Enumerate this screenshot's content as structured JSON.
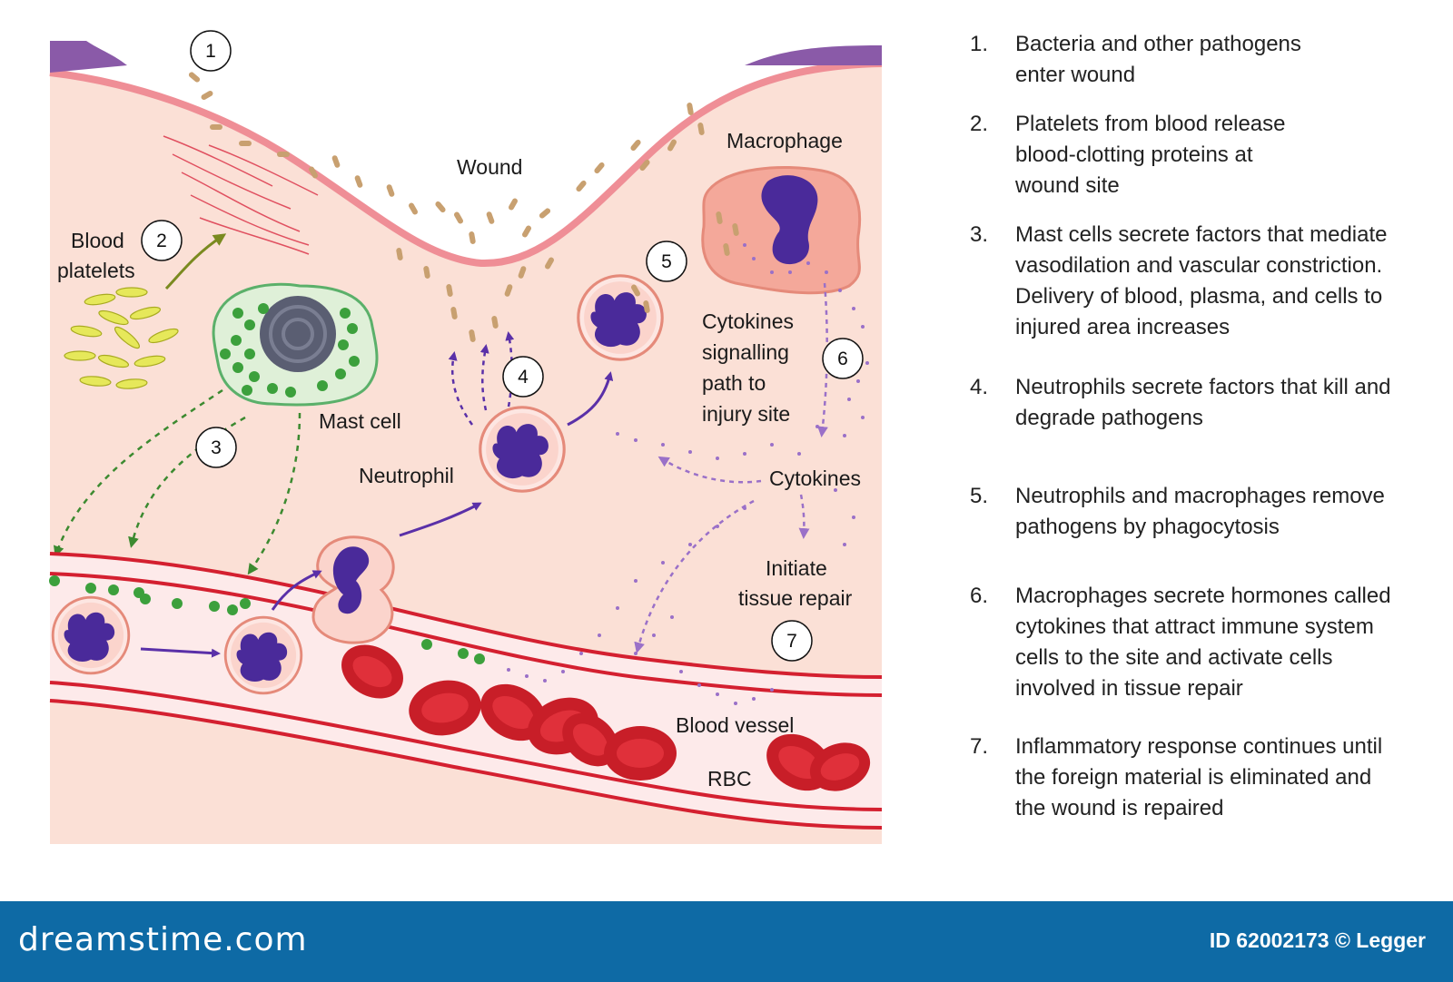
{
  "labels": {
    "wound": "Wound",
    "macrophage": "Macrophage",
    "blood_platelets_1": "Blood",
    "blood_platelets_2": "platelets",
    "mast_cell": "Mast cell",
    "neutrophil": "Neutrophil",
    "cytokines_path_1": "Cytokines",
    "cytokines_path_2": "signalling",
    "cytokines_path_3": "path to",
    "cytokines_path_4": "injury site",
    "cytokines": "Cytokines",
    "initiate_1": "Initiate",
    "initiate_2": "tissue repair",
    "blood_vessel": "Blood vessel",
    "rbc": "RBC"
  },
  "step_markers": [
    "1",
    "2",
    "3",
    "4",
    "5",
    "6",
    "7"
  ],
  "legend": [
    {
      "num": "1.",
      "lines": [
        "Bacteria and other pathogens",
        "enter wound"
      ]
    },
    {
      "num": "2.",
      "lines": [
        "Platelets from blood release",
        "blood-clotting proteins at",
        "wound site"
      ]
    },
    {
      "num": "3.",
      "lines": [
        "Mast cells secrete factors that mediate",
        "vasodilation and vascular constriction.",
        "Delivery of blood, plasma, and cells to",
        "injured area increases"
      ]
    },
    {
      "num": "4.",
      "lines": [
        "Neutrophils secrete factors that kill and",
        "degrade pathogens"
      ]
    },
    {
      "num": "5.",
      "lines": [
        "Neutrophils and macrophages remove",
        "pathogens by phagocytosis"
      ]
    },
    {
      "num": "6.",
      "lines": [
        "Macrophages secrete hormones called",
        "cytokines that attract immune system",
        "cells to the site and activate cells",
        "involved in tissue repair"
      ]
    },
    {
      "num": "7.",
      "lines": [
        "Inflammatory response continues until",
        "the foreign material is eliminated and",
        "the wound is repaired"
      ]
    }
  ],
  "footer": {
    "brand": "dreamstime.com",
    "credit": "ID 62002173 © Legger"
  },
  "colors": {
    "tissue": "#fbe0d6",
    "skin_edge": "#ef8e96",
    "epidermis": "#8a5aa8",
    "vessel_wall": "#d42030",
    "vessel_lumen": "#fdeaea",
    "rbc": "#d0202a",
    "nucleus": "#3c2a8e",
    "granule": "#3ca03c",
    "platelet": "#e6e85a",
    "bacteria": "#c8a070",
    "cytokine": "#9a70c8",
    "footer_bg": "#0e6aa5"
  }
}
